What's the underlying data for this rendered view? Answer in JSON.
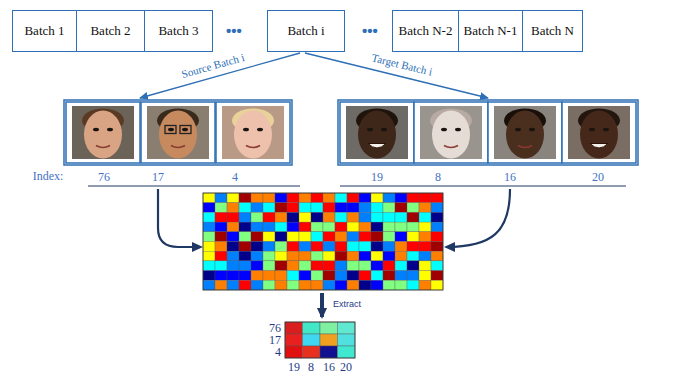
{
  "diagram": {
    "nodes": [
      {
        "text": [
          "Batch 1"
        ]
      },
      {
        "text": [
          "Batch 2"
        ]
      },
      {
        "text": [
          "Batch 3"
        ]
      },
      {
        "text": [
          "Batch i"
        ]
      },
      {
        "text": [
          "Batch N-2"
        ]
      },
      {
        "text": [
          "Batch N-1"
        ]
      },
      {
        "text": [
          "Batch N"
        ]
      }
    ],
    "labels": [
      "•••",
      "•••",
      "Source Batch i",
      "Target Batch i",
      "Index:",
      "76",
      "17",
      "4",
      "19",
      "8",
      "16",
      "20",
      "Extract",
      "76",
      "17",
      "4",
      "19",
      "8",
      "16",
      "20"
    ]
  }
}
